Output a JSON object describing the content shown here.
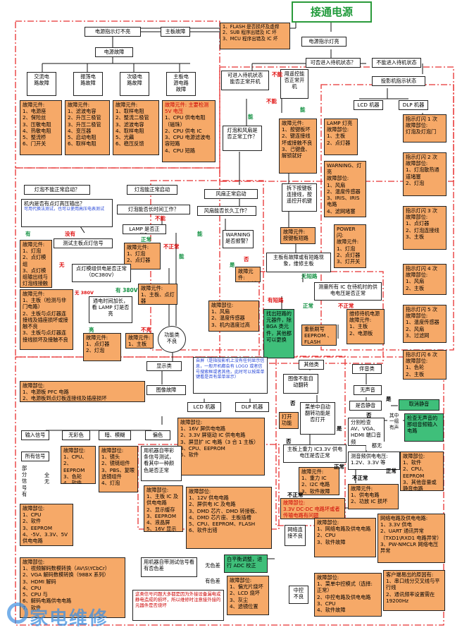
{
  "title": "接通电源",
  "nodes": {
    "n_pw_no": "电源指示灯不亮",
    "n_mb": "主板故障",
    "n_flash": "1、FLASH 是否损坏及虚焊\n2、SUB 程序出错及 IC 坏\n3、MCU 程序出错及 IC 坏",
    "n_pw_on": "电源指示灯亮",
    "n_psu": "电源故障",
    "n_ac": "交流电\n路故障",
    "n_osc": "振荡电\n路故障",
    "n_sec": "次级电\n路故障",
    "n_mbpsu": "主板电\n源电路\n故障",
    "n_ac_p": "故障元件:\n1、电源座\n2、保险丝\n3、压敏电阻\n4、热敏电阻\n5、整流桥\n6、门开关",
    "n_osc_p": "故障元件:\n1、滤波电容\n2、升压三极管\n3、升压二极管\n4、变压器\n5、启动电阻\n6、取样电阻",
    "n_sec_p": "故障元件:\n1、取样电阻\n2、整流二极管\n3、滤波电容\n4、取样电阻\n5、光藕\n6、稳压反馈",
    "n_mbpsu_p_head": "故障元件: 主要检测 5V 电压",
    "n_mbpsu_p": "1、CPU 供电电阻（磁珠）\n2、CPU 供电 IC\n3、CPU 电源滤波电容短路\n4、CPU 短路",
    "n_standby_q": "可否进入待机状态？",
    "n_cannot_standby": "不能进入待机状态",
    "n_can_power": "可进入待机状态\n能否正常开机",
    "n_remote": "用遥控能否正常开机",
    "n_proj_led": "投影机指示状态",
    "n_key_p": "故障元件:\n1、按键板坏\n2、键连接线坏或接触不良\n3、己键盘、解锁就好",
    "n_fan_lamp_q": "灯泡和风扇是否正常工作？",
    "n_lcd_machine": "LCD 机器",
    "n_dlp_machine": "DLP 机器",
    "n_lamp_dim": "LAMP 灯亮\n故障部位:\n1、主板\n2、点灯器",
    "n_warning": "WARNING、灯亮\n故障部位:\n1、风扇\n2、温度传感器\n3、IRIS、IRIS 电路\n4、滤网堵塞",
    "n_power_flash": "POWER 闪:\n故障元件:\n1、灯泡\n2、点灯器\n3、灯开关",
    "n_dlp1": "指示灯闪 1 次\n故障部位:\n灯泡及灯泡门",
    "n_dlp2": "指示灯闪 2 次\n故障部位:\n1、灯泡散热通道堵塞\n2、灯泡",
    "n_dlp3": "指示灯闪 3 次\n故障部位:\n1、点灯器\n2、灯泡连接线\n3、主板",
    "n_dlp4": "指示灯闪 4 次\n故障部位:\n1、风扇\n2、主板",
    "n_dlp5": "指示灯闪 5 次\n故障部位:\n1、温度传感器\n2、风扇\n3、过滤网",
    "n_dlp6": "指示灯闪 6 次\n故障部位:\n1、色轮\n2、主板",
    "n_unplug_key": "拆下按键板\n连接线，按遥控开机键",
    "n_key_short": "故障元件:\n按键板短路",
    "n_lamp_not_on": "灯泡不能正常启动？",
    "n_lamp_normal": "灯泡能正常启动",
    "n_fan_normal": "风扇正常启动",
    "n_no_hv": "机内是否有点灯高压输出？",
    "n_no_hv_note": "可用代换法测试，也可以使用高压电表测试",
    "n_test_lamp_sig": "测试主板点灯信号",
    "n_lamp_long_q": "灯泡能否长时间工作？",
    "n_fan_long_q": "风扇能否长久工作？",
    "n_lamp_ok_q": "LAMP 是否正常？",
    "n_warn_q": "WARNING 是否报警？",
    "n_lamp_1": "故障元件:\n1、灯泡\n2、点灯器",
    "n_fault_mb": "故障元件:\n1、主板",
    "n_lampdrv": "故障元件:\n1、灯泡\n2、点灯模组\n3、点灯模组输出线与灯泡线接触不良",
    "n_ballast_q": "点灯模组供电是否正常（DC380V）",
    "n_bal_fault": "故障元件:\n1、主板、点灯器",
    "n_fan_fault": "故障部位:\n1、风扇\n2、温度传感器\n3、机内温度过高",
    "n_mb_or_board_q": "主板有故障或有短路现象，维修主板",
    "n_mb_fault2": "故障元件:\n1、主板（检测与非门电路）\n2、主板与点灯器连接线及插座损坏或接触不良\n3、主板与点灯器连接线损坏及接触不良",
    "n_power_delay": "通电时间加长，看 LAMP 灯是否亮",
    "n_lamp_on_fault": "故障元件:\n1、点灯器\n2、灯泡",
    "n_main_board": "故障元件:\n1、主板",
    "n_find_short": "找出短路的元器件，除 BGA 类元件，其他都可以更换",
    "n_rewrite": "重新刷写 EEPROM 、FLASH ROM",
    "n_measure_ic": "测量所有 IC 在待机时的供电电压是否正常",
    "n_repair_supply": "维修待机电源\n故障元件:\n1、主板\n2、电源板",
    "n_func_bad": "功能类\n不良",
    "n_self_chk": "自屏（是指投影机上没有任何显示信息，一般开机都会有 LOGO 或者信号搜索框或者其他，此时可以按菜单键看是否有菜单显示）",
    "n_display": "显示类",
    "n_other": "其他类",
    "n_sound": "伴音类",
    "n_no_sound": "无声音",
    "n_img_fault": "图像故障",
    "n_lcd2": "LCD 机器",
    "n_dlp2m": "DLP 机器",
    "n_psu_bad2": "故障部位:\n1、电源板 PFC 电路\n2、电源板到点灯板连接线及插座损坏",
    "n_lcd_p": "故障部位:\n1、16V 屏供电电路\n2、3.3V 屏驱动 IC 供电电路\n3、屏显扩 IC 电路（3 合 1 主板）\n4、CPU、EEPROM\n5、软件",
    "n_dlp_p": "故障部位:\n1、12V 供电电路\n2、屏供电 IC 及电路\n3、DMD 芯片、DMD 转接板、\n4、DMD 芯片座、主板插槽\n5、CPU、EEPROM、FLASH\n6、软件出错",
    "n_img_fault_note": "用机器自带彩条信号测试，看其中一种颜色是否正常",
    "n_color_bad": "故障部位:\n1、主板 IC 及供电电路\n2、显示缓存\n3、EEPROM\n4、液晶屏\n5、16V 显示电压",
    "n_input": "输入信号",
    "n_no_color": "无彩色",
    "n_dark": "暗、模糊",
    "n_bias": "偏色",
    "n_all_sig": "所有信号",
    "n_part_sig": "部分信号有",
    "n_all_none": "全无",
    "n_input_p": "故障部位:\n1、CPU\n2、软件\n3、EEPROM\n4、-5V、3.3V、5V 供电电路",
    "n_nocolor_p": "故障部位:\n1、CPU、\n2、EEPROM\n3、色轮\n4、软件",
    "n_dark_p": "故障部位:\n1、镜头\n2、镜链组件\n3、PBS、复眼透镜组件\n4、灯泡",
    "n_decode_p": "故障部位:\n1、视频解码数模转换（AV\\S\\YCbCr）\n2、VGA 解码数模转换（98BX 系列）\n3、HDMI 解码\n4、CPU\n5、CPU 与\n6、解码电路供电电路\n7、软件",
    "n_color_test": "用机器自带测试信号看有否色差",
    "n_no_diff": "无色差",
    "n_auto_adc": "白平衡调整，进行 ADC 校正",
    "n_has_diff": "有色差",
    "n_lcd_color": "故障部位:\n1、偏光片烧坏\n2、LCD 烧坏\n3、灰尘\n4、透镜位置",
    "n_signal_note": "这类信号问题大多都是因为外接设备漏电或静电造成的损坏，所以维修时注意接外接的元器件是否烧坏",
    "n_img_auto": "图像不能自动翻转",
    "n_menu_flip_q": "菜单中自动翻转功能是否打开",
    "n_open_flip": "打开功能",
    "n_mb_ic_q": "主板上重力 IC3.3V 供电电压是否正常",
    "n_gravity": "故障元件:\n1、重力 IC\n2、I2C 电路\n3、软件故障",
    "n_dcdc": "故障部位:\n3.3V DC-DC 电路坏或者传输电路有问题",
    "n_network": "网络连接不良",
    "n_net_p": "故障部位:\n1、网络电路及供电电路\n2、CPU\n3、软件故障",
    "n_net_circuit": "网络电路及供电电路:\n1、3.3V 供电\n2、UART 通讯异常（TXD1\\RXD1 电路异常）\n3、PW-NMCLR 网络电压异常",
    "n_chn_menu": "中控不良",
    "n_chn_p": "故障部位:\n1、菜单中控模式（选择: 正常）\n2、中控电路及供电电路\n3、CPU\n4、软件故障",
    "n_client": "客户端易出的原因有:\n1、串口线分交叉线与平行线\n2、通讯频率设置需在 19200Hz",
    "n_mute_q": "是否静音",
    "n_cancel_mute": "取消静音",
    "n_check_av": "分别检查 AV、VGA、HDMI 端口音频",
    "n_one_ok": "其中一组有声",
    "n_check_ok": "检查无声音的那组音频输入电路",
    "n_all_none2": "都无",
    "n_measure_audio": "测音频供电电压:\n1.2V、3.3V 等",
    "n_audio_ok": "正常",
    "n_audio_bad": "不正常",
    "n_audio_p": "故障部位:\n1、软件\n2、CPU、EEPROM\n3、其他音量或静音电路",
    "n_audio_supply": "故障元件:\n1、供电电路\n2、功放 IC 损坏"
  },
  "tags": {
    "t_no": "不能",
    "t_no2": "不能",
    "t_yes": "能",
    "t_yes2": "能",
    "t_yes3": "能",
    "t_have": "有",
    "t_none": "没有",
    "t_none2": "无",
    "t_have2": "有 380V",
    "t_bright": "亮",
    "t_nobright": "不亮",
    "t_normal": "正常",
    "t_abnormal": "不正常",
    "t_can": "能",
    "t_cannot": "不能",
    "t_yes4": "是",
    "t_no3": "否",
    "t_is": "是",
    "t_isnot": "否",
    "t_short": "有短路",
    "t_noshort": "无短路",
    "t_no380": "无 380V",
    "t_no4": "否",
    "t_yes5": "是",
    "t_is2": "是",
    "t_isnot2": "否",
    "t_normal2": "正常",
    "t_abn2": "不正常"
  },
  "watermark": "家电维修"
}
